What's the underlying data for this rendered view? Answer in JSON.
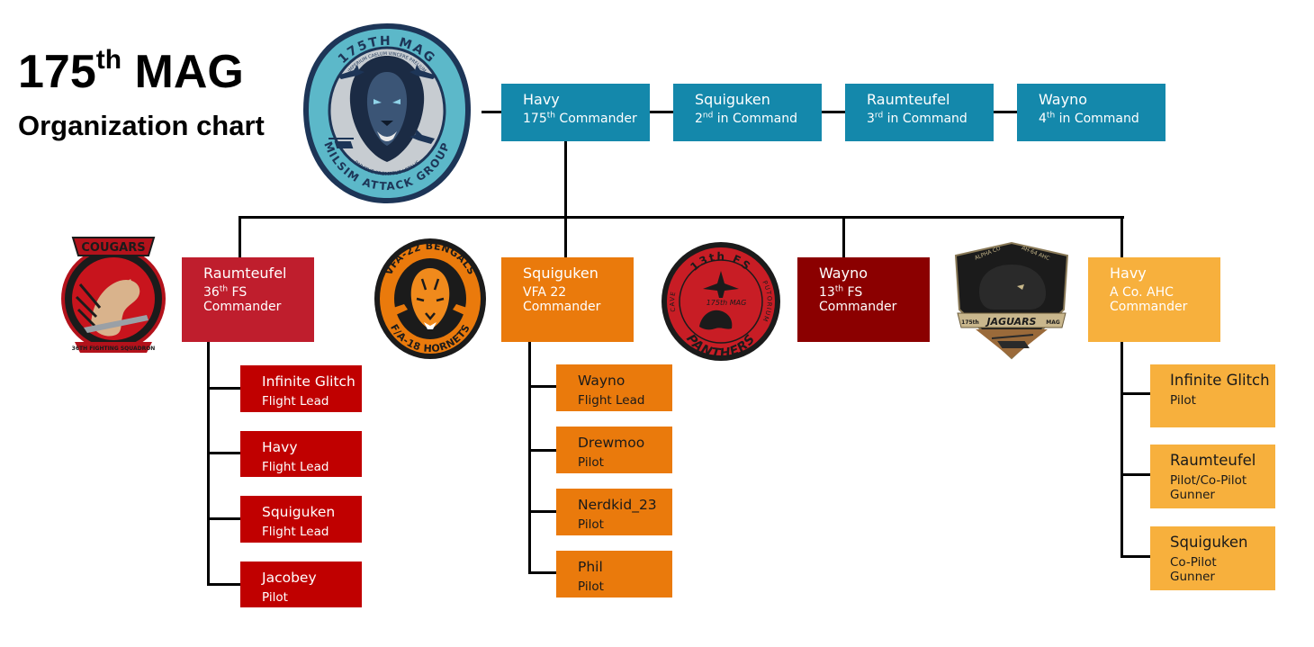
{
  "title": {
    "main": "175",
    "main_sup": "th",
    "main_rest": " MAG",
    "sub": "Organization chart"
  },
  "colors": {
    "teal": "#1488ab",
    "red": "#bf1e2d",
    "red_bright": "#c00000",
    "dark_red": "#8b0000",
    "orange": "#ea7a0c",
    "orange_light": "#f7b03d"
  },
  "command": [
    {
      "name": "Havy",
      "role_pre": "175",
      "role_sup": "th",
      "role_post": " Commander"
    },
    {
      "name": "Squiguken",
      "role_pre": "2",
      "role_sup": "nd",
      "role_post": " in Command"
    },
    {
      "name": "Raumteufel",
      "role_pre": "3",
      "role_sup": "rd",
      "role_post": " in Command"
    },
    {
      "name": "Wayno",
      "role_pre": "4",
      "role_sup": "th",
      "role_post": " in Command"
    }
  ],
  "units": [
    {
      "name": "Raumteufel",
      "role_pre": "36",
      "role_sup": "th",
      "role_post": " FS",
      "role_line2": "Commander"
    },
    {
      "name": "Squiguken",
      "role_pre": "VFA 22",
      "role_sup": "",
      "role_post": "",
      "role_line2": "Commander"
    },
    {
      "name": "Wayno",
      "role_pre": "13",
      "role_sup": "th",
      "role_post": " FS",
      "role_line2": "Commander"
    },
    {
      "name": "Havy",
      "role_pre": "A Co. AHC",
      "role_sup": "",
      "role_post": "",
      "role_line2": "Commander"
    }
  ],
  "members_36fs": [
    {
      "name": "Infinite Glitch",
      "role": "Flight Lead"
    },
    {
      "name": "Havy",
      "role": "Flight Lead"
    },
    {
      "name": "Squiguken",
      "role": "Flight Lead"
    },
    {
      "name": "Jacobey",
      "role": "Pilot"
    }
  ],
  "members_vfa22": [
    {
      "name": "Wayno",
      "role": "Flight Lead"
    },
    {
      "name": "Drewmoo",
      "role": "Pilot"
    },
    {
      "name": "Nerdkid_23",
      "role": "Pilot"
    },
    {
      "name": "Phil",
      "role": "Pilot"
    }
  ],
  "members_ahc": [
    {
      "name": "Infinite Glitch",
      "role": "Pilot"
    },
    {
      "name": "Raumteufel",
      "role": "Pilot/Co-Pilot\nGunner"
    },
    {
      "name": "Squiguken",
      "role": "Co-Pilot\nGunner"
    }
  ],
  "emblems": {
    "mag": {
      "top": "175TH MAG",
      "motto_top": "IMPERIUM CAELUM VINCERE PRELIUM",
      "motto_bottom": "PARATUS PROMPTUS LETALIS",
      "bottom": "MILSIM ATTACK GROUP"
    },
    "cougars": {
      "top": "COUGARS",
      "bottom": "36TH FIGHTING SQUADRON"
    },
    "bengals": {
      "top": "VFA-22 BENGALS",
      "bottom": "F/A-18 HORNETS"
    },
    "panthers": {
      "top": "13th FS",
      "left": "CAVE",
      "right": "PUTORIUM",
      "center": "175th MAG",
      "bottom": "PANTHERS"
    },
    "jaguars": {
      "top_left": "ALPHA CO",
      "top_right": "AH-64 AHC",
      "left": "175th",
      "center": "JAGUARS",
      "right": "MAG"
    }
  }
}
